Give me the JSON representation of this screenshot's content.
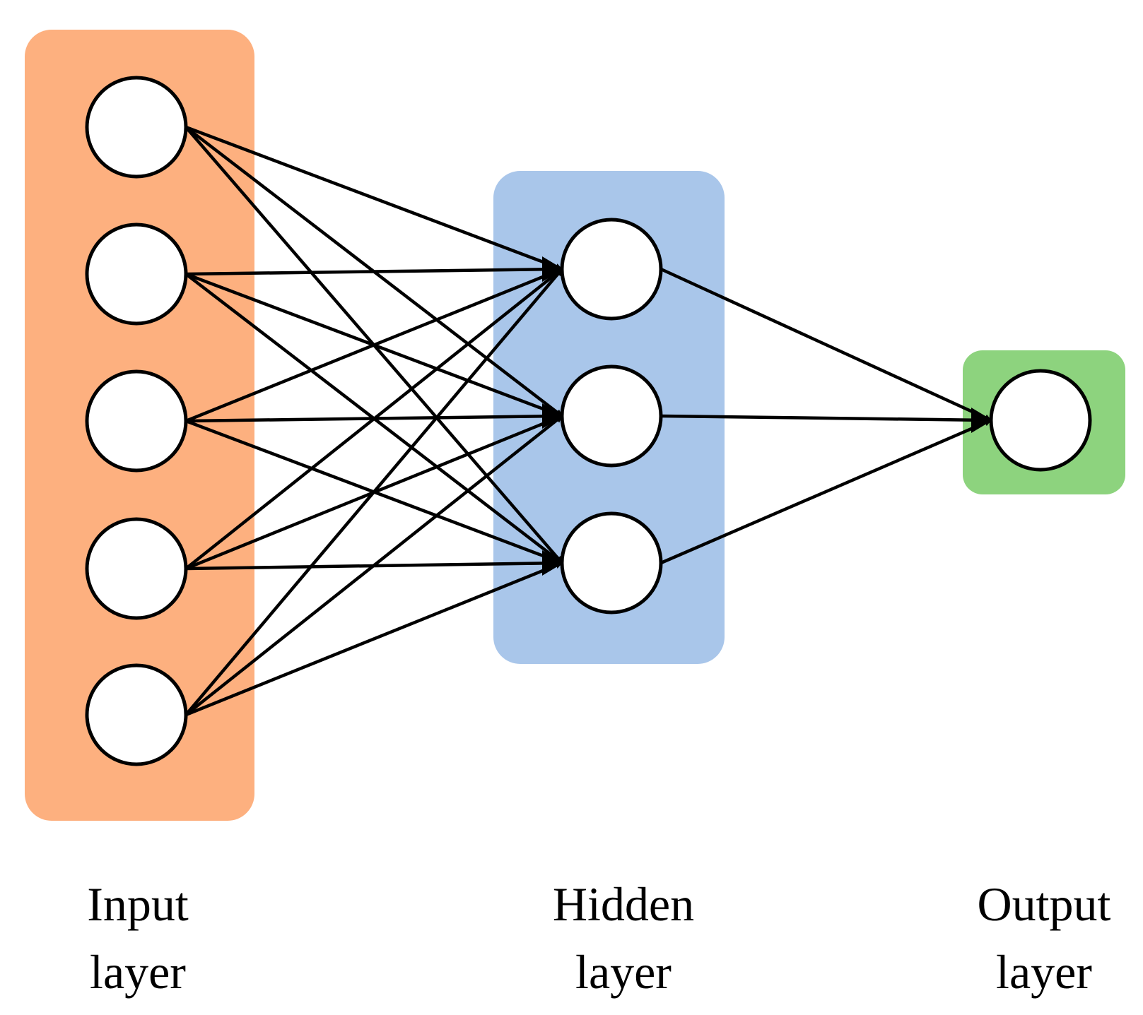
{
  "network": {
    "layers": [
      {
        "id": "input",
        "label_line1": "Input",
        "label_line2": "layer",
        "neurons": 5,
        "color": "#FDB07F"
      },
      {
        "id": "hidden",
        "label_line1": "Hidden",
        "label_line2": "layer",
        "neurons": 3,
        "color": "#A9C6EA"
      },
      {
        "id": "output",
        "label_line1": "Output",
        "label_line2": "layer",
        "neurons": 1,
        "color": "#8DD37E"
      }
    ],
    "connections": "fully-connected",
    "edge_style": "arrow",
    "edge_color": "#000000",
    "neuron_fill": "#ffffff",
    "neuron_stroke": "#000000"
  }
}
